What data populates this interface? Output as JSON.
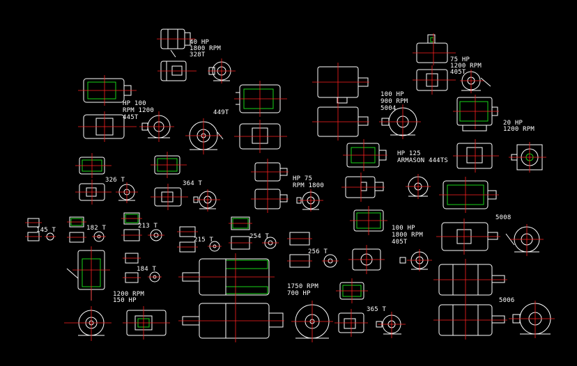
{
  "drawing": {
    "background": "#000000",
    "line_color": "#ffffff",
    "centerline_color": "#ff2020",
    "detail_color": "#19d419"
  },
  "labels": {
    "m40_hp": "40 HP",
    "m40_rpm": "1800 RPM",
    "m40_frame": "328T",
    "m100a_hp": "HP 100",
    "m100a_rpm": "RPM 1200",
    "m100a_frame": "445T",
    "f449": "449T",
    "m100b_hp": "100 HP",
    "m100b_rpm": "900 RPM",
    "m100b_frame": "5004",
    "m75a_hp": "75 HP",
    "m75a_rpm": "1200 RPM",
    "m75a_frame": "405T",
    "m20_hp": "20 HP",
    "m20_rpm": "1200 RPM",
    "m125_hp": "HP 125",
    "m125_frame": "ARMASON 444TS",
    "f326": "326 T",
    "f364": "364 T",
    "m75b_hp": "HP 75",
    "m75b_rpm": "RPM   1800",
    "f145": "145 T",
    "f182": "182 T",
    "f213": "213 T",
    "f215": "215 T",
    "f254": "254 T",
    "f256": "256 T",
    "m100c_hp": "100 HP",
    "m100c_rpm": "1800 RPM",
    "m100c_frame": "405T",
    "f5008": "5008",
    "f184": "184 T",
    "m150_rpm": "1200 RPM",
    "m150_hp": "150 HP",
    "m700_rpm": "1750 RPM",
    "m700_hp": "700 HP",
    "f5006": "5006",
    "f365": "365 T"
  }
}
